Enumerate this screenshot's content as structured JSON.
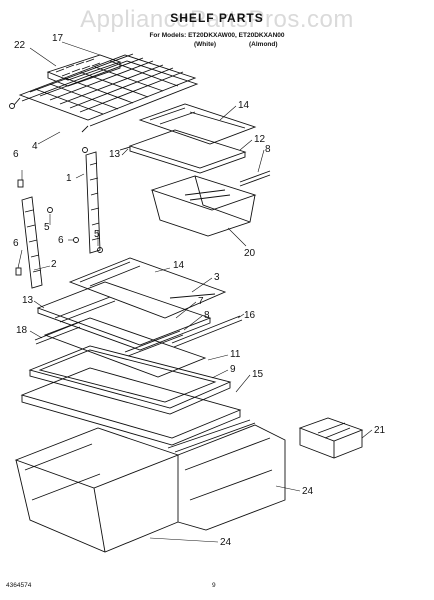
{
  "watermark": "AppliancePartsPros.com",
  "header": {
    "title": "SHELF PARTS",
    "models_line": "For Models: ET20DKXAW00, ET20DKXAN00",
    "color_white": "(White)",
    "color_almond": "(Almond)"
  },
  "callouts": [
    "22",
    "17",
    "4",
    "6",
    "13",
    "1",
    "5",
    "6",
    "5",
    "6",
    "2",
    "14",
    "12",
    "8",
    "20",
    "14",
    "3",
    "7",
    "8",
    "16",
    "13",
    "18",
    "11",
    "9",
    "15",
    "21",
    "24",
    "24"
  ],
  "footer": {
    "doc_number": "4364574",
    "page_number": "9"
  }
}
